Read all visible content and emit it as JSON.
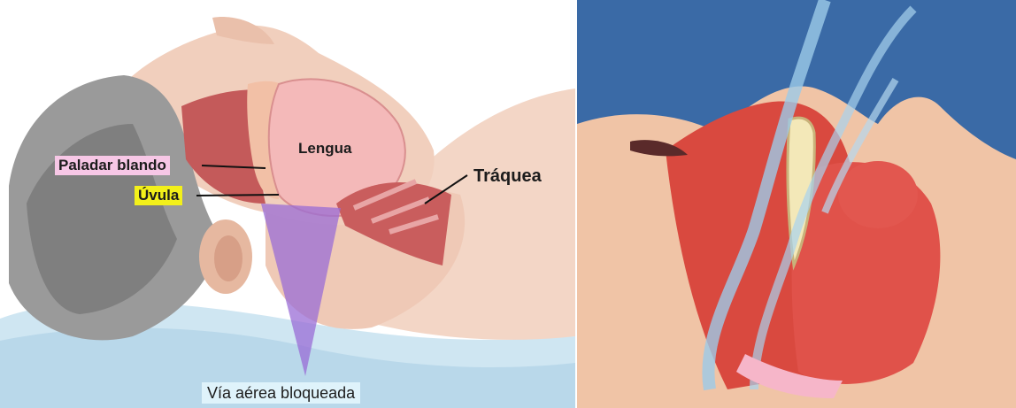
{
  "diagram": {
    "labels": {
      "soft_palate": "Paladar blando",
      "uvula": "Úvula",
      "tongue": "Lengua",
      "trachea": "Tráquea",
      "blocked_airway": "Vía aérea bloqueada"
    }
  },
  "colors": {
    "soft_palate_label_bg": "#f7c7e6",
    "uvula_label_bg": "#f3f01a",
    "airway_cone": "#9a6cd6",
    "right_background": "#3a6aa6"
  }
}
